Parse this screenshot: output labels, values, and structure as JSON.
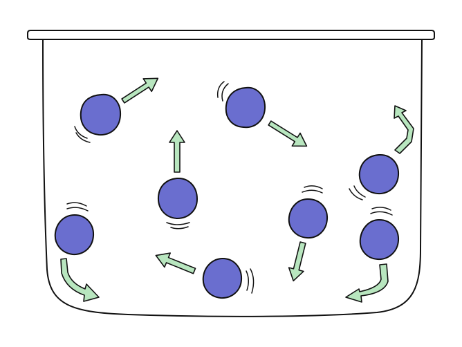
{
  "colors": {
    "background": "#ffffff",
    "outline": "#111111",
    "particle_fill": "#6a6ecf",
    "arrow_fill": "#b8e6bf"
  },
  "particles": [
    {
      "id": 1,
      "icon": "particle-icon",
      "motion": "arrow-up-right"
    },
    {
      "id": 2,
      "icon": "particle-icon",
      "motion": "arrow-down-right"
    },
    {
      "id": 3,
      "icon": "particle-icon",
      "motion": "arrow-curved-up"
    },
    {
      "id": 4,
      "icon": "particle-icon",
      "motion": "arrow-up"
    },
    {
      "id": 5,
      "icon": "particle-icon",
      "motion": "arrow-down"
    },
    {
      "id": 6,
      "icon": "particle-icon",
      "motion": "arrow-curved-down-right"
    },
    {
      "id": 7,
      "icon": "particle-icon",
      "motion": "arrow-left"
    },
    {
      "id": 8,
      "icon": "particle-icon",
      "motion": "arrow-curved-down-left"
    }
  ],
  "container": {
    "icon": "beaker-icon"
  }
}
